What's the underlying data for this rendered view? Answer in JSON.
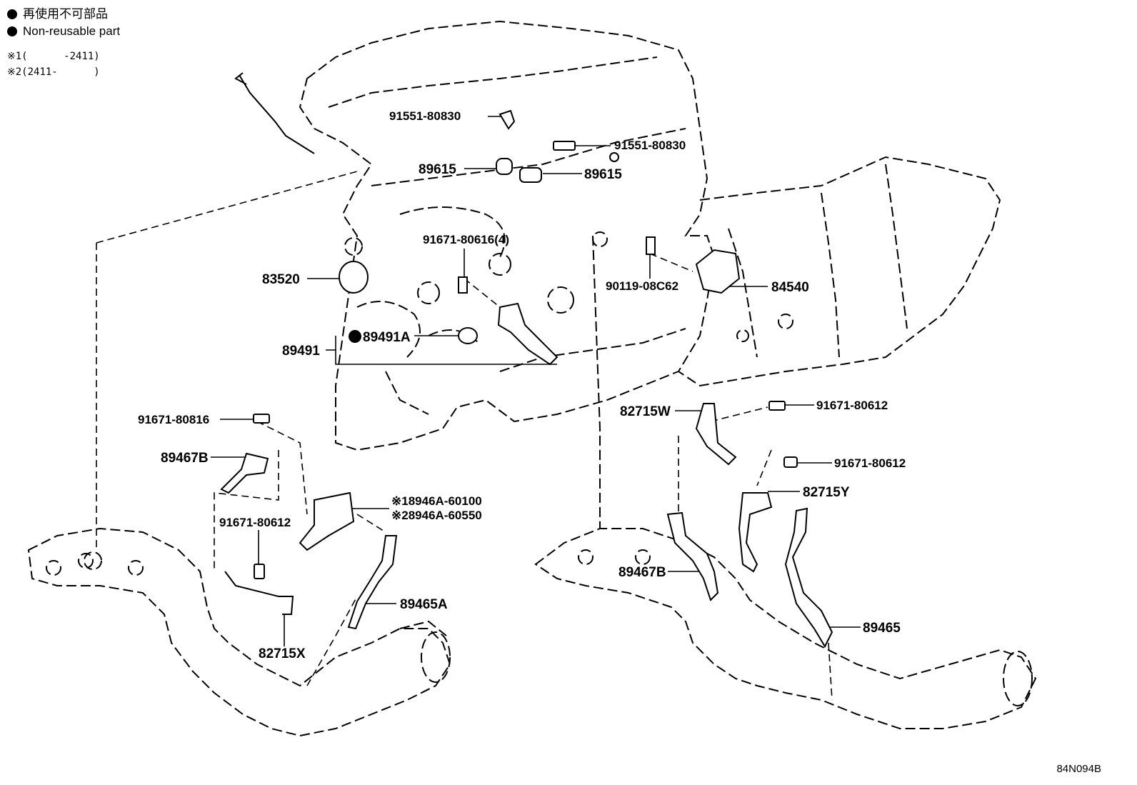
{
  "legend": {
    "non_reusable_jp": "再使用不可部品",
    "non_reusable_en": "Non-reusable part"
  },
  "notes": {
    "note1": "※1(      -2411)",
    "note2": "※2(2411-      )"
  },
  "parts": {
    "p91551_top": "91551-80830",
    "p91551_right": "91551-80830",
    "p89615_left": "89615",
    "p89615_right": "89615",
    "p91671_80616": "91671-80616(4)",
    "p83520": "83520",
    "p90119": "90119-08C62",
    "p84540": "84540",
    "p89491A": "89491A",
    "p89491": "89491",
    "p82715W": "82715W",
    "p91671_80612_a": "91671-80612",
    "p91671_80816": "91671-80816",
    "p89467B_left": "89467B",
    "p8946A_1": "※18946A-60100",
    "p8946A_2": "※28946A-60550",
    "p91671_80612_left": "91671-80612",
    "p89465A": "89465A",
    "p82715X": "82715X",
    "p91671_80612_b": "91671-80612",
    "p82715Y": "82715Y",
    "p89467B_right": "89467B",
    "p89465": "89465"
  },
  "diagram_code": "84N094B"
}
